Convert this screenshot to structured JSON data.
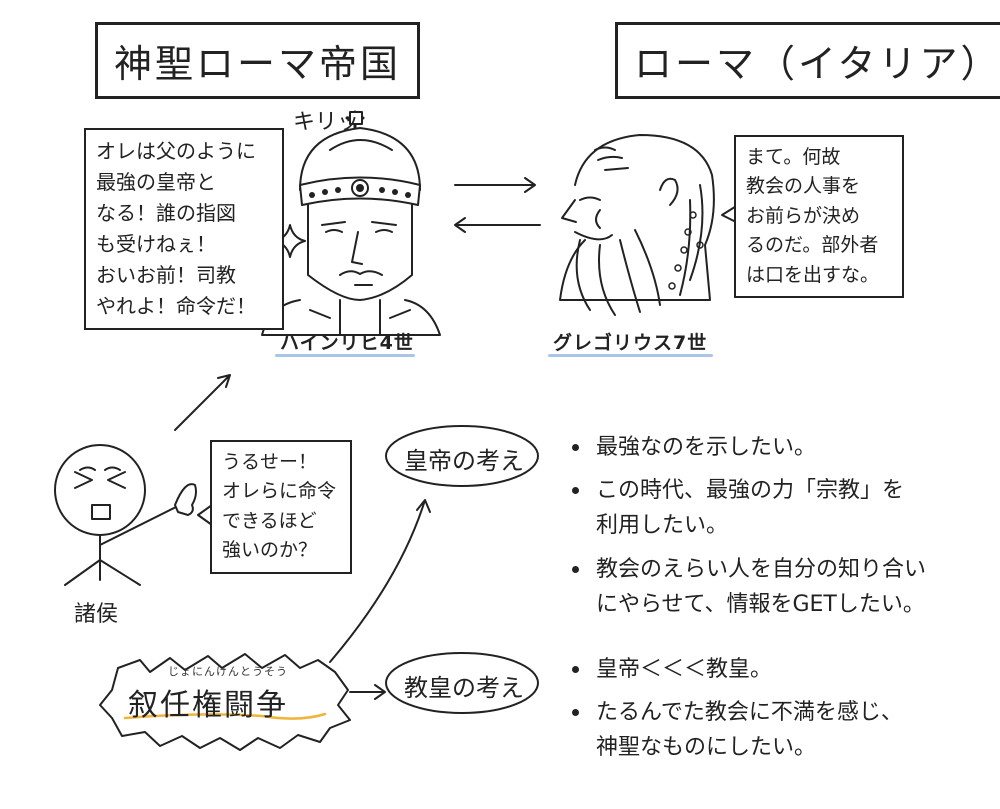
{
  "titles": {
    "left": "神聖ローマ帝国",
    "right": "ローマ（イタリア）"
  },
  "emperor": {
    "name": "ハインリヒ4世",
    "sfx": "キリッ",
    "speech": "オレは父のように\n最強の皇帝と\nなる！誰の指図\nも受けねぇ！\nおいお前！司教\nやれよ！命令だ！"
  },
  "pope": {
    "name": "グレゴリウス7世",
    "speech": "まて。何故\n教会の人事を\nお前らが決め\nるのだ。部外者\nは口を出すな。"
  },
  "lords": {
    "name": "諸侯",
    "speech": "うるせー！\nオレらに命令\nできるほど\n強いのか？"
  },
  "conflict": {
    "label": "叙任権闘争",
    "furigana": "じょにんけんとうそう"
  },
  "emperor_idea": {
    "label": "皇帝の考え",
    "bullets": [
      "最強なのを示したい。",
      "この時代、最強の力「宗教」を\n利用したい。",
      "教会のえらい人を自分の知り合い\nにやらせて、情報をGETしたい。"
    ]
  },
  "pope_idea": {
    "label": "教皇の考え",
    "bullets": [
      "皇帝＜＜＜教皇。",
      "たるんでた教会に不満を感じ、\n神聖なものにしたい。"
    ]
  },
  "colors": {
    "ink": "#222222",
    "name_underline": "#a9c5ea",
    "conflict_underline": "#f0b43a"
  }
}
